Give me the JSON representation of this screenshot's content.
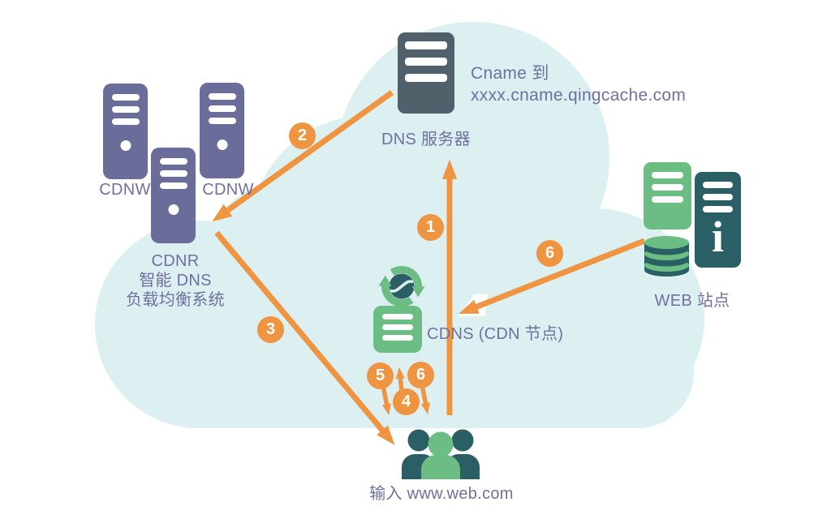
{
  "colors": {
    "orange": "#EF9440",
    "cloud": "#DCEFF1",
    "server_purple": "#6A6C99",
    "server_slate": "#50616C",
    "green": "#6CBD84",
    "teal": "#2B5F66",
    "label_text": "#6F719E"
  },
  "nodes": {
    "dns": {
      "label": "DNS 服务器",
      "cname_line1": "Cname 到",
      "cname_line2": "xxxx.cname.qingcache.com"
    },
    "cdnw_left": {
      "label": "CDNW"
    },
    "cdnw_right": {
      "label": "CDNW"
    },
    "cdnr": {
      "line1": "CDNR",
      "line2": "智能 DNS",
      "line3": "负载均衡系统"
    },
    "cdns": {
      "label": "CDNS (CDN 节点)"
    },
    "web": {
      "label": "WEB 站点"
    },
    "user": {
      "label": "输入 www.web.com"
    },
    "info_tower": {
      "glyph": "i"
    }
  },
  "steps": {
    "s1": "1",
    "s2": "2",
    "s3": "3",
    "s4": "4",
    "s5": "5",
    "s6_node": "6",
    "s6_origin": "6"
  }
}
